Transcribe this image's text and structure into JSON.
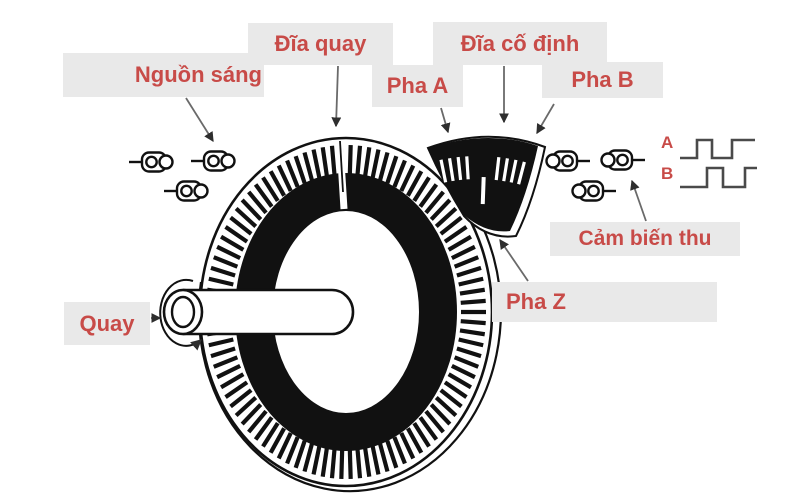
{
  "labels": {
    "light_source": "Nguồn sáng",
    "rotating_disk": "Đĩa quay",
    "fixed_disk": "Đĩa cố định",
    "phase_a": "Pha A",
    "phase_b": "Pha B",
    "phase_z": "Pha Z",
    "receiver_sensor": "Cảm biến thu",
    "rotate": "Quay"
  },
  "waveforms": {
    "a_label": "A",
    "b_label": "B",
    "a_points": [
      [
        680,
        158
      ],
      [
        697,
        158
      ],
      [
        697,
        140
      ],
      [
        712,
        140
      ],
      [
        712,
        158
      ],
      [
        732,
        158
      ],
      [
        732,
        140
      ],
      [
        755,
        140
      ]
    ],
    "b_points": [
      [
        680,
        187
      ],
      [
        707,
        187
      ],
      [
        707,
        168
      ],
      [
        723,
        168
      ],
      [
        723,
        187
      ],
      [
        745,
        187
      ],
      [
        745,
        168
      ],
      [
        757,
        168
      ]
    ]
  },
  "icons": {
    "light_source_icon": "led-lamp-symbol",
    "photo_detector_icon": "photo-detector-symbol"
  },
  "colors": {
    "label_bg": "#e9e9e9",
    "label_text": "#c84b48",
    "ink": "#111111",
    "leader_line": "#6a6a6a",
    "arrowhead": "#2e2e2e",
    "waveform": "#4a4a4a"
  }
}
